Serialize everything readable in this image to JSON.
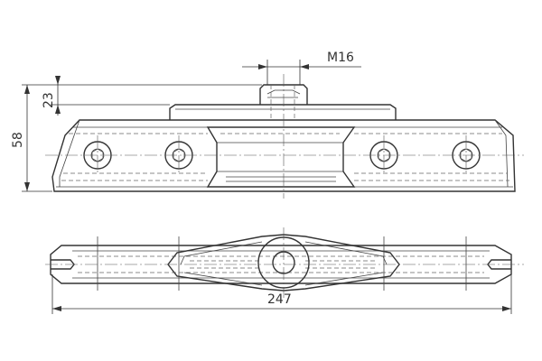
{
  "dimensions": {
    "thread": "M16",
    "height_total": "58",
    "height_boss": "23",
    "length": "247"
  },
  "colors": {
    "line": "#333333",
    "background": "#ffffff"
  }
}
